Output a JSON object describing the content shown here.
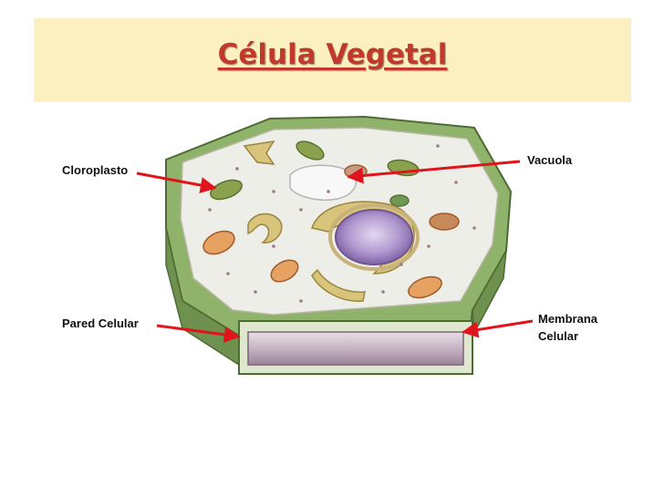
{
  "title": "Célula Vegetal",
  "labels": {
    "chloroplast": "Cloroplasto",
    "vacuole": "Vacuola",
    "cell_wall": "Pared Celular",
    "membrane_line1": "Membrana",
    "membrane_line2": "Celular"
  },
  "colors": {
    "banner": "#fdf0c0",
    "title": "#c0392b",
    "arrow": "#e0141b",
    "wall_green": "#7fa05a",
    "cytoplasm": "#eeeeea",
    "nucleus": "#a58bc3",
    "golgi": "#d9c47c"
  }
}
